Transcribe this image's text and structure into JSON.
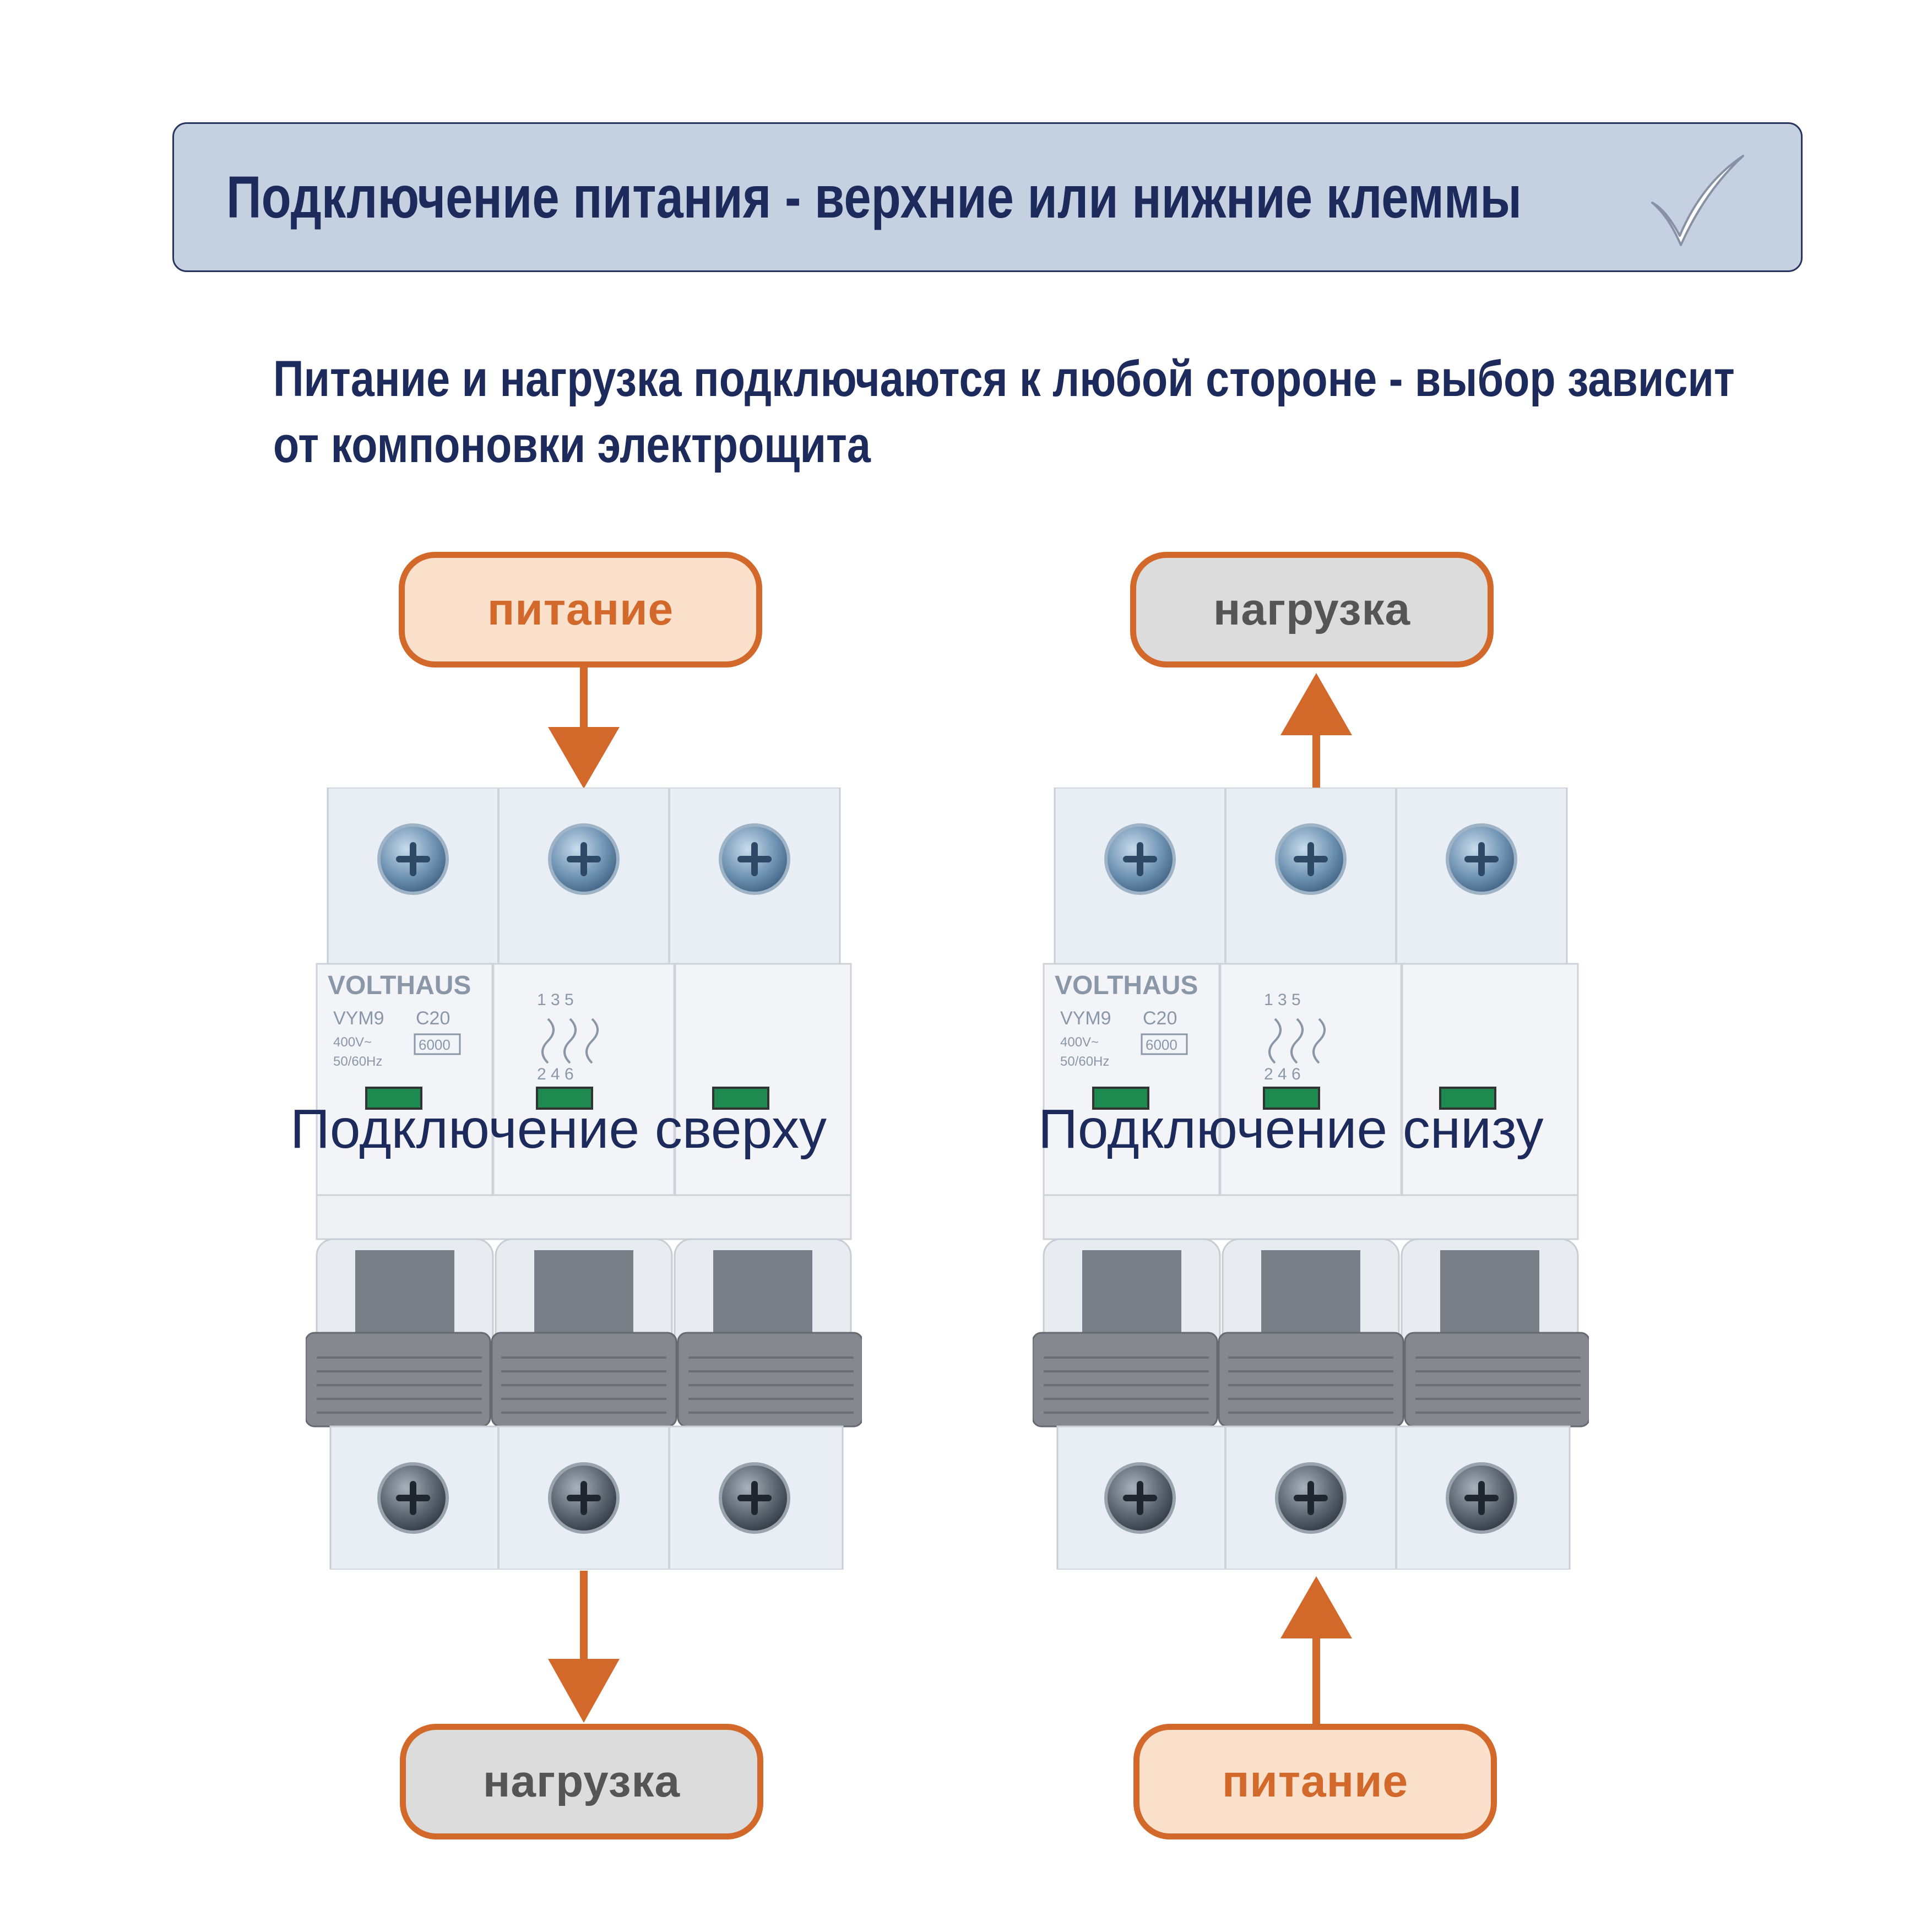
{
  "banner": {
    "title": "Подключение питания - верхние или нижние клеммы",
    "icon": "checkmark-icon"
  },
  "subtitle": {
    "line1": "Питание и нагрузка подключаются к любой стороне - выбор зависит",
    "line2": "от компоновки электрощита"
  },
  "left": {
    "top_label": "питание",
    "bottom_label": "нагрузка",
    "caption": "Подключение сверху"
  },
  "right": {
    "top_label": "нагрузка",
    "bottom_label": "питание",
    "caption": "Подключение снизу"
  },
  "breaker": {
    "brand": "VOLTHAUS",
    "model": "VYM9",
    "rating": "C20",
    "voltage": "400V~",
    "frequency": "50/60Hz",
    "breaking_capacity": "6000",
    "top_terminals": "1 3 5",
    "bottom_terminals": "2 4 6"
  },
  "colors": {
    "accent": "#d2692a",
    "navy": "#1d2a5c",
    "banner_bg": "#c5d0e1",
    "power_bg": "#fbe1cc",
    "load_bg": "#dcdcdc"
  }
}
